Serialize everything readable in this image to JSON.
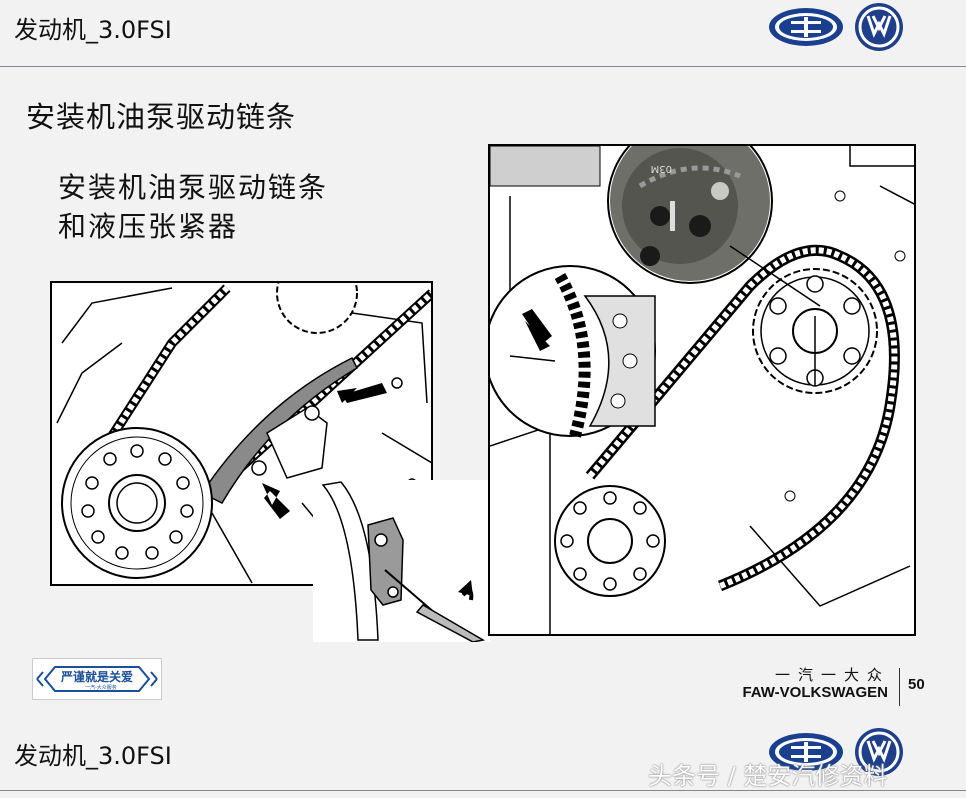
{
  "header": {
    "title": "发动机_3.0FSI",
    "logos": {
      "faw": "faw-logo-icon",
      "vw": "vw-logo-icon"
    }
  },
  "slide": {
    "title": "安装机油泵驱动链条",
    "subtitle_lines": [
      "安装机油泵驱动链条",
      "和液压张紧器"
    ]
  },
  "footer": {
    "badge_text": "严谨就是关爱",
    "badge_small": "一汽-大众服务",
    "brand_cn": "一汽一大众",
    "brand_en": "FAW-VOLKSWAGEN",
    "page_number": "50"
  },
  "next_header": {
    "title": "发动机_3.0FSI"
  },
  "watermark": "头条号 / 楚安汽修资料",
  "colors": {
    "background": "#f2f2f2",
    "rule": "#7a8a99",
    "faw_blue": "#1b3f8f",
    "vw_blue": "#1f3f8a"
  }
}
